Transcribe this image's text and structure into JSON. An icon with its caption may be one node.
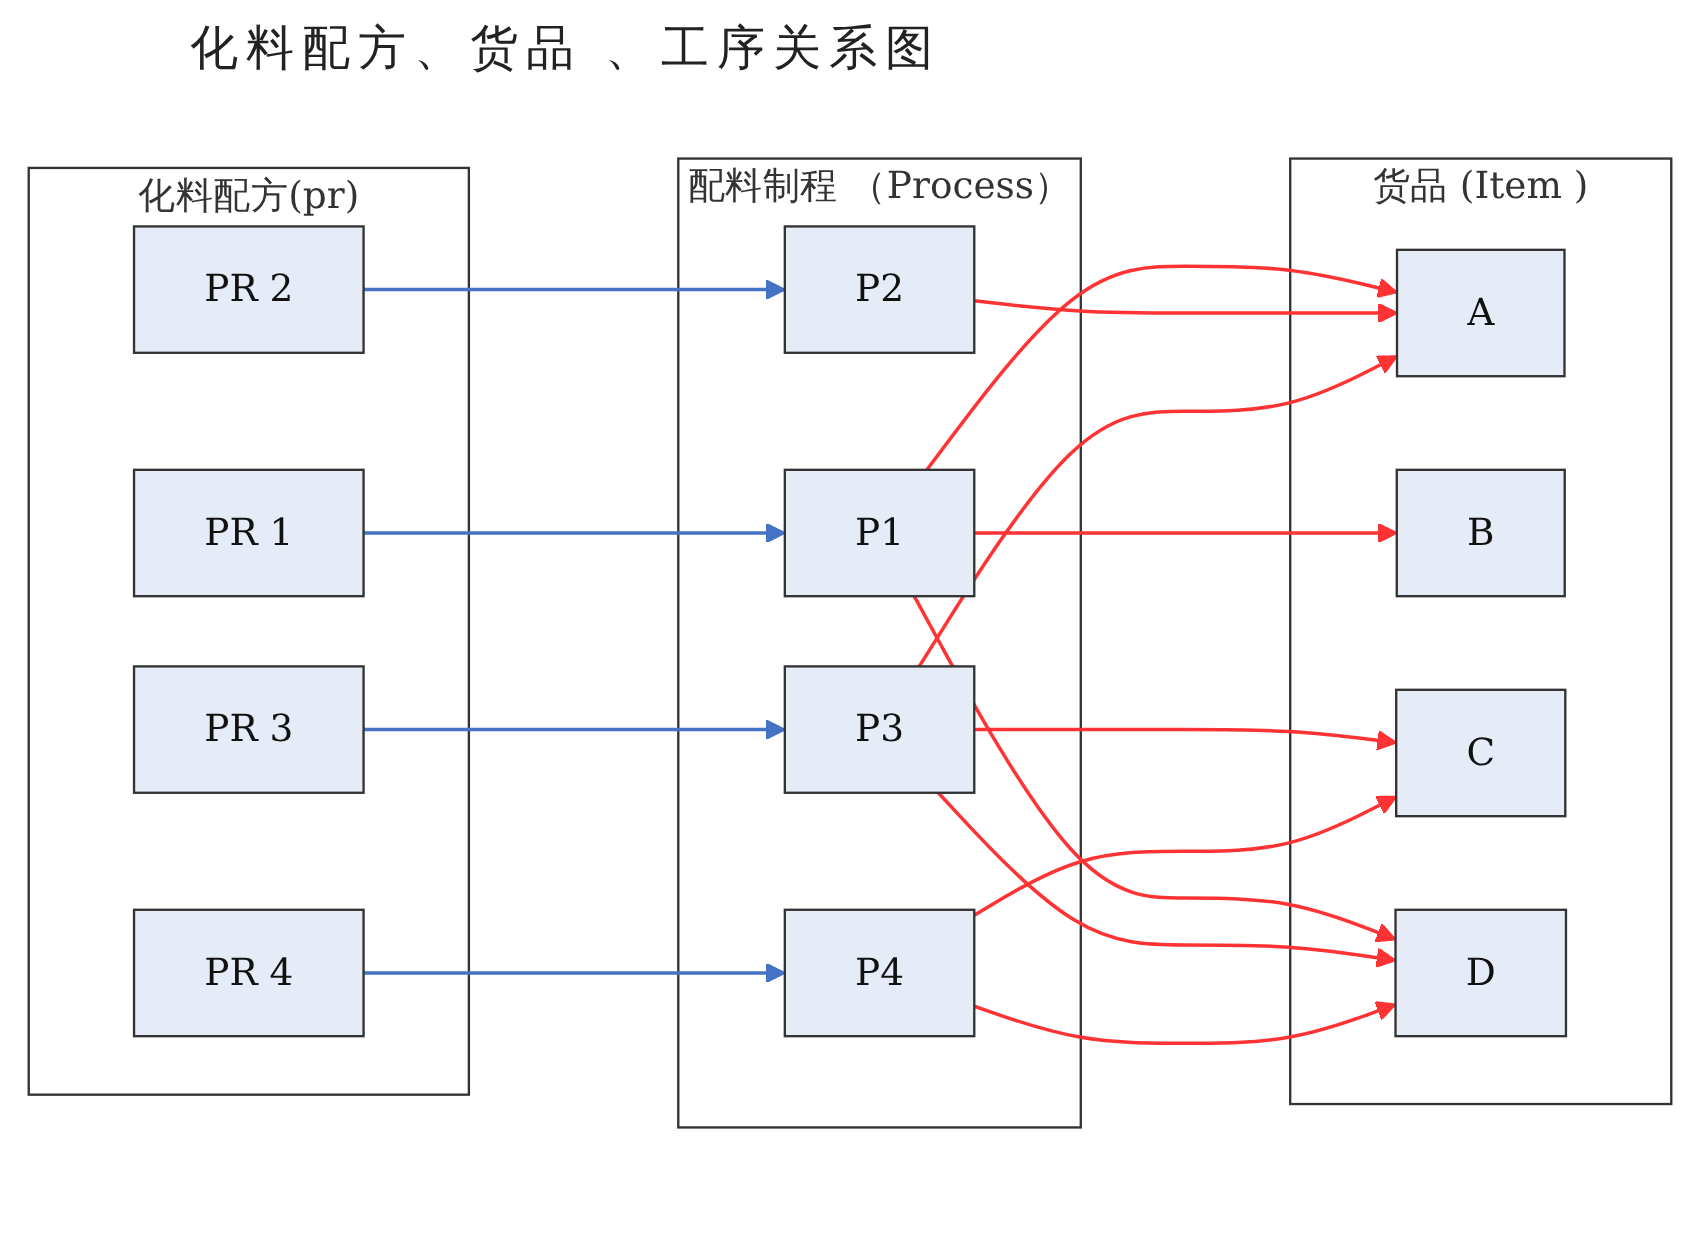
{
  "diagram": {
    "title": "化料配方、货品 、工序关系图",
    "nodes": [
      {
        "text": [
          "化料配方(pr)"
        ]
      },
      {
        "text": [
          "PR 1"
        ],
        "in": 0
      },
      {
        "text": [
          "PR 2"
        ],
        "in": 0
      },
      {
        "text": [
          "PR 3"
        ],
        "in": 0
      },
      {
        "text": [
          "PR 4"
        ],
        "in": 0
      },
      {
        "text": [
          "配料制程 （Process）"
        ]
      },
      {
        "text": [
          "P1"
        ],
        "in": 5
      },
      {
        "text": [
          "P2"
        ],
        "in": 5
      },
      {
        "text": [
          "P3"
        ],
        "in": 5
      },
      {
        "text": [
          "P4"
        ],
        "in": 5
      },
      {
        "text": [
          "货品 (Item )"
        ]
      },
      {
        "text": [
          "A"
        ],
        "in": 10
      },
      {
        "text": [
          "B"
        ],
        "in": 10
      },
      {
        "text": [
          "C"
        ],
        "in": 10
      },
      {
        "text": [
          "D"
        ],
        "in": 10
      }
    ],
    "edges": [
      {
        "from": 1,
        "to": 6,
        "arrow": "to",
        "color": "#4472c4"
      },
      {
        "from": 2,
        "to": 7,
        "arrow": "to",
        "color": "#4472c4"
      },
      {
        "from": 3,
        "to": 8,
        "arrow": "to",
        "color": "#4472c4"
      },
      {
        "from": 4,
        "to": 9,
        "arrow": "to",
        "color": "#4472c4"
      },
      {
        "from": 6,
        "to": 11,
        "arrow": "to"
      },
      {
        "from": 6,
        "to": 12,
        "arrow": "to"
      },
      {
        "from": 6,
        "to": 14,
        "arrow": "to"
      },
      {
        "from": 7,
        "to": 11,
        "arrow": "to"
      },
      {
        "from": 8,
        "to": 11,
        "arrow": "to"
      },
      {
        "from": 8,
        "to": 13,
        "arrow": "to"
      },
      {
        "from": 8,
        "to": 14,
        "arrow": "to"
      },
      {
        "from": 9,
        "to": 13,
        "arrow": "to"
      },
      {
        "from": 9,
        "to": 14,
        "arrow": "to"
      }
    ]
  }
}
